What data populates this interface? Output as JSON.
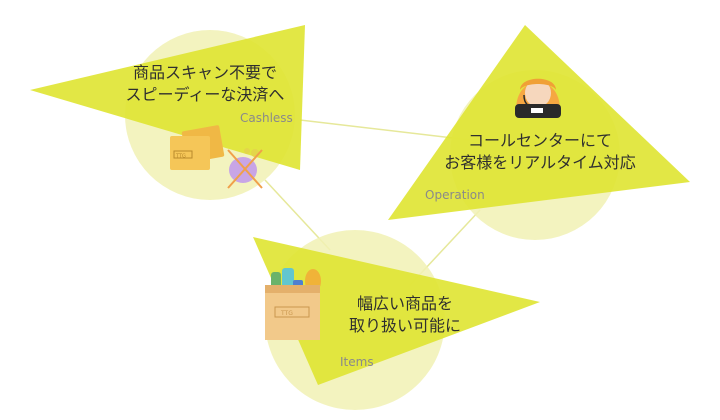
{
  "colors": {
    "circle": "#f1f1b4",
    "triangle": "#dfe431",
    "connector": "#e6e89a",
    "text": "#2f2f2f",
    "tag": "#8a8a8a"
  },
  "nodes": {
    "cashless": {
      "line1": "商品スキャン不要で",
      "line2": "スピーディーな決済へ",
      "tag": "Cashless",
      "icons": [
        "card-icon",
        "coin-purse-crossed-icon"
      ]
    },
    "operation": {
      "line1": "コールセンターにて",
      "line2": "お客様をリアルタイム対応",
      "tag": "Operation",
      "icons": [
        "operator-headset-icon"
      ]
    },
    "items": {
      "line1": "幅広い商品を",
      "line2": "取り扱い可能に",
      "tag": "Items",
      "icons": [
        "grocery-bag-icon"
      ]
    }
  },
  "brand_mark": "TTG"
}
